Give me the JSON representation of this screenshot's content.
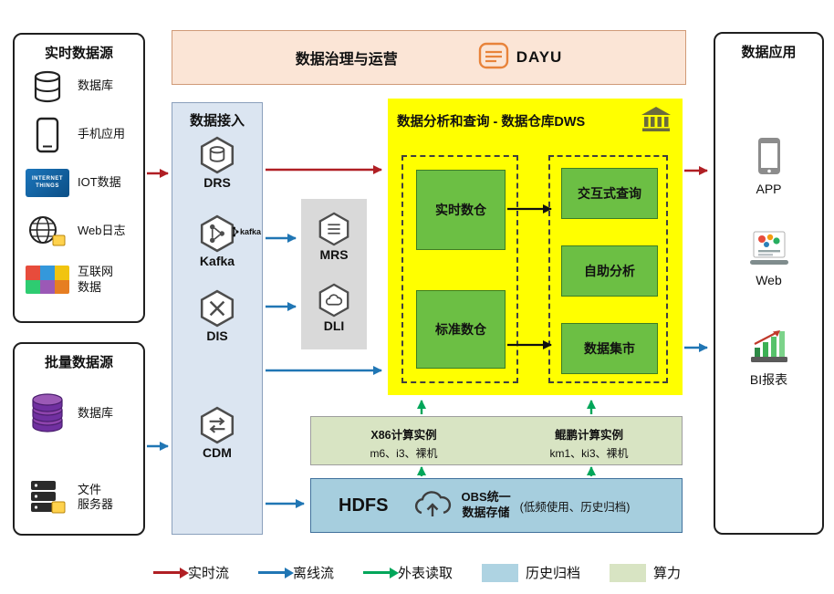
{
  "governance": {
    "title": "数据治理与运营",
    "product": "DAYU"
  },
  "realtime_sources": {
    "title": "实时数据源",
    "items": [
      {
        "label": "数据库",
        "icon": "database-icon"
      },
      {
        "label": "手机应用",
        "icon": "phone-icon"
      },
      {
        "label": "IOT数据",
        "icon": "iot-icon"
      },
      {
        "label": "Web日志",
        "icon": "web-log-icon"
      },
      {
        "label": "互联网\n数据",
        "icon": "internet-data-icon"
      }
    ]
  },
  "batch_sources": {
    "title": "批量数据源",
    "items": [
      {
        "label": "数据库",
        "icon": "database-purple-icon"
      },
      {
        "label": "文件\n服务器",
        "icon": "file-server-icon"
      }
    ]
  },
  "ingestion": {
    "title": "数据接入",
    "services": [
      {
        "label": "DRS",
        "icon": "drs-hexagon-icon"
      },
      {
        "label": "Kafka",
        "icon": "kafka-hexagon-icon"
      },
      {
        "label": "DIS",
        "icon": "dis-hexagon-icon"
      },
      {
        "label": "CDM",
        "icon": "cdm-hexagon-icon"
      }
    ]
  },
  "kafka_logo_text": "kafka",
  "iot_icon_text": "INTERNET\nTHINGS",
  "processing": {
    "services": [
      {
        "label": "MRS",
        "icon": "mrs-hexagon-icon"
      },
      {
        "label": "DLI",
        "icon": "dli-hexagon-icon"
      }
    ]
  },
  "dws": {
    "title": "数据分析和查询 - 数据仓库DWS",
    "warehouses": [
      {
        "label": "实时数仓"
      },
      {
        "label": "标准数仓"
      }
    ],
    "analytics": [
      {
        "label": "交互式查询"
      },
      {
        "label": "自助分析"
      },
      {
        "label": "数据集市"
      }
    ]
  },
  "compute": {
    "x86_title": "X86计算实例",
    "x86_specs": "m6、i3、裸机",
    "kunpeng_title": "鲲鹏计算实例",
    "kunpeng_specs": "km1、ki3、裸机"
  },
  "storage": {
    "hdfs_label": "HDFS",
    "obs_label": "OBS统一\n数据存储",
    "note": "(低频使用、历史归档)"
  },
  "applications": {
    "title": "数据应用",
    "items": [
      {
        "label": "APP",
        "icon": "app-phone-icon"
      },
      {
        "label": "Web",
        "icon": "web-page-icon"
      },
      {
        "label": "BI报表",
        "icon": "bi-report-icon"
      }
    ]
  },
  "legend": {
    "items": [
      {
        "label": "实时流",
        "swatch": "red-arrow",
        "color": "#b01f24"
      },
      {
        "label": "离线流",
        "swatch": "blue-arrow",
        "color": "#2076b4"
      },
      {
        "label": "外表读取",
        "swatch": "green-arrow",
        "color": "#00a65a"
      },
      {
        "label": "历史归档",
        "swatch": "blue-box",
        "color": "#aed3e2"
      },
      {
        "label": "算力",
        "swatch": "green-box",
        "color": "#d8e4c3"
      }
    ]
  },
  "colors": {
    "realtime_flow": "#b01f24",
    "offline_flow": "#2076b4",
    "external_read": "#00a65a",
    "dws_background": "#ffff00",
    "warehouse_green": "#6cbf44",
    "compute_fill": "#d8e4c3",
    "storage_fill": "#a6cede",
    "governance_fill": "#fbe5d6",
    "ingestion_fill": "#dbe5f1"
  }
}
